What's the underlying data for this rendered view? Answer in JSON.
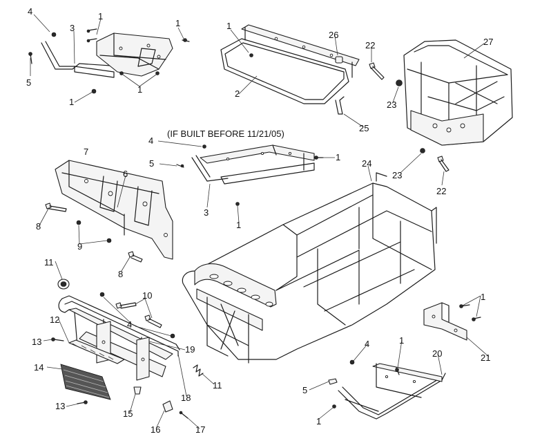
{
  "note": "(IF BUILT BEFORE 11/21/05)",
  "callouts": [
    {
      "id": "c1",
      "text": "4"
    },
    {
      "id": "c2",
      "text": "1"
    },
    {
      "id": "c3",
      "text": "3"
    },
    {
      "id": "c4",
      "text": "5"
    },
    {
      "id": "c5",
      "text": "1"
    },
    {
      "id": "c6",
      "text": "1"
    },
    {
      "id": "c7",
      "text": "1"
    },
    {
      "id": "c8",
      "text": "1"
    },
    {
      "id": "c9",
      "text": "2"
    },
    {
      "id": "c10",
      "text": "26"
    },
    {
      "id": "c11",
      "text": "22"
    },
    {
      "id": "c12",
      "text": "27"
    },
    {
      "id": "c13",
      "text": "23"
    },
    {
      "id": "c14",
      "text": "25"
    },
    {
      "id": "c15",
      "text": "4"
    },
    {
      "id": "c16",
      "text": "1"
    },
    {
      "id": "c17",
      "text": "7"
    },
    {
      "id": "c18",
      "text": "5"
    },
    {
      "id": "c19",
      "text": "6"
    },
    {
      "id": "c20",
      "text": "24"
    },
    {
      "id": "c21",
      "text": "23"
    },
    {
      "id": "c22",
      "text": "22"
    },
    {
      "id": "c23",
      "text": "3"
    },
    {
      "id": "c24",
      "text": "1"
    },
    {
      "id": "c25",
      "text": "8"
    },
    {
      "id": "c26",
      "text": "9"
    },
    {
      "id": "c27",
      "text": "11"
    },
    {
      "id": "c28",
      "text": "8"
    },
    {
      "id": "c29",
      "text": "10"
    },
    {
      "id": "c30",
      "text": "4"
    },
    {
      "id": "c31",
      "text": "12"
    },
    {
      "id": "c32",
      "text": "13"
    },
    {
      "id": "c33",
      "text": "19"
    },
    {
      "id": "c34",
      "text": "14"
    },
    {
      "id": "c35",
      "text": "11"
    },
    {
      "id": "c36",
      "text": "18"
    },
    {
      "id": "c37",
      "text": "13"
    },
    {
      "id": "c38",
      "text": "15"
    },
    {
      "id": "c39",
      "text": "16"
    },
    {
      "id": "c40",
      "text": "17"
    },
    {
      "id": "c41",
      "text": "1"
    },
    {
      "id": "c42",
      "text": "21"
    },
    {
      "id": "c43",
      "text": "4"
    },
    {
      "id": "c44",
      "text": "1"
    },
    {
      "id": "c45",
      "text": "20"
    },
    {
      "id": "c46",
      "text": "5"
    },
    {
      "id": "c47",
      "text": "1"
    }
  ]
}
